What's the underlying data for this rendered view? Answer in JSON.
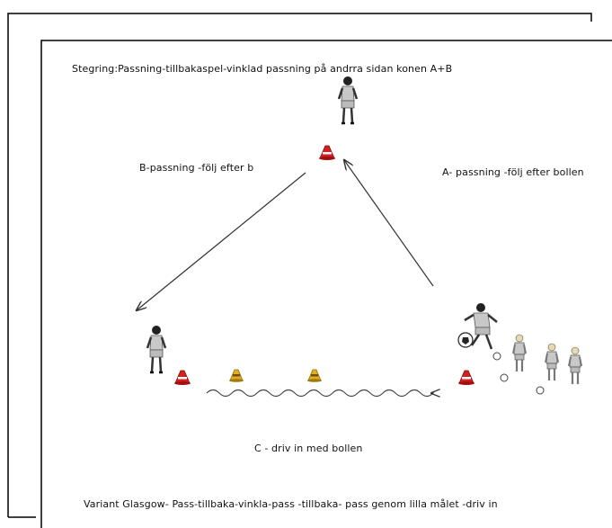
{
  "diagram": {
    "title": "Stegring:Passning-tillbakaspel-vinklad passning på andrra sidan konen A+B",
    "label_b": "B-passning -följ efter b",
    "label_a": "A- passning -följ efter bollen",
    "label_c": "C - driv in med bollen",
    "footer": "Variant Glasgow- Pass-tillbaka-vinkla-pass -tillbaka- pass genom lilla målet -driv in"
  },
  "colors": {
    "cone_red": "#d42020",
    "cone_yellow": "#e0b020",
    "player_shirt": "#c8c8c8",
    "line": "#333333"
  }
}
